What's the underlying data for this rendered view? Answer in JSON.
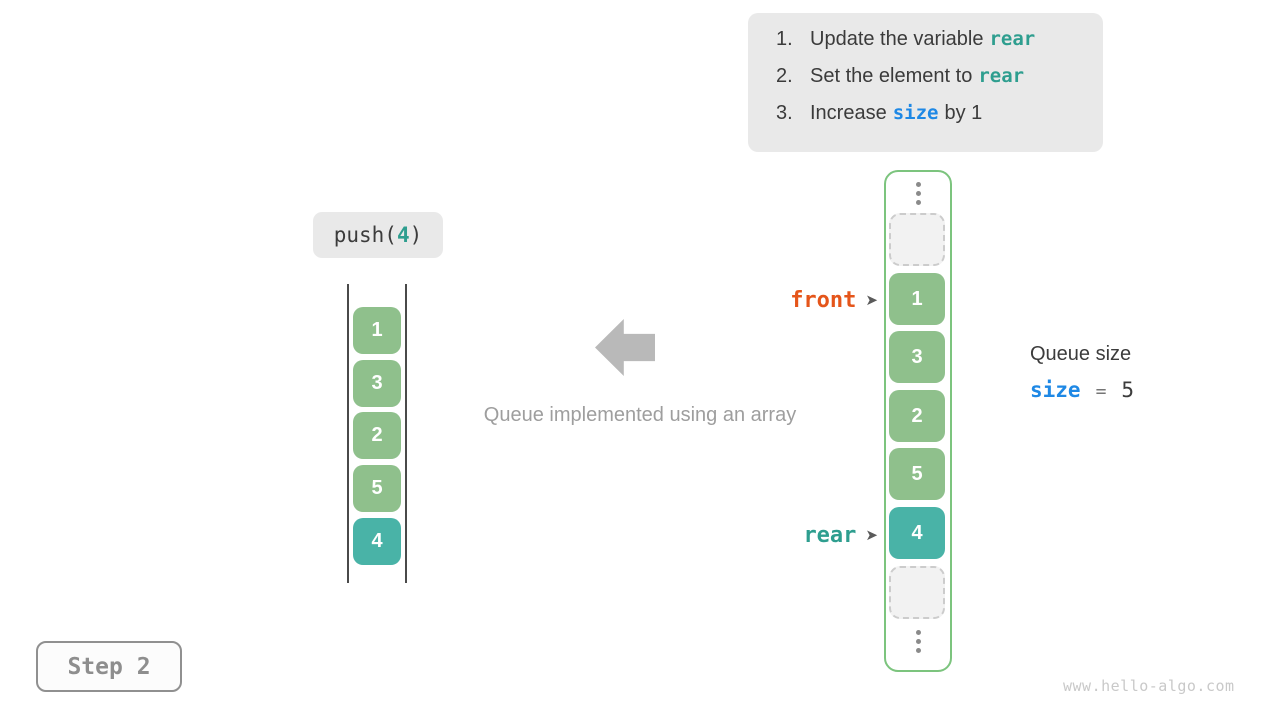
{
  "instructions": {
    "items": [
      {
        "number": "1.",
        "text_before": "Update the variable",
        "code": "rear",
        "text_after": ""
      },
      {
        "number": "2.",
        "text_before": "Set the element to",
        "code": "rear",
        "text_after": ""
      },
      {
        "number": "3.",
        "text_before": "Increase",
        "code": "size",
        "text_after": "by 1"
      }
    ]
  },
  "push_call": {
    "prefix": "push(",
    "value": "4",
    "suffix": ")"
  },
  "left_stack": {
    "values": [
      "1",
      "3",
      "2",
      "5",
      "4"
    ],
    "highlight_value": "4"
  },
  "caption": {
    "text": "Queue implemented using an array"
  },
  "array": {
    "cells": [
      "1",
      "3",
      "2",
      "5",
      "4"
    ],
    "highlight_value": "4"
  },
  "pointers": {
    "front": "front",
    "rear": "rear",
    "arrow": "➤"
  },
  "queue_size": {
    "title": "Queue size",
    "variable": "size",
    "operator": "=",
    "value": "5"
  },
  "step": {
    "label": "Step 2"
  },
  "watermark": {
    "text": "www.hello-algo.com"
  },
  "colors": {
    "element_green": "#8fc08c",
    "element_teal": "#49b3a7",
    "array_border_green": "#7cc47e",
    "front_label": "#e5551a",
    "rear_label": "#2e9e8f",
    "code_teal": "#2e9e8f",
    "code_blue": "#1e88e5",
    "panel_gray": "#e9e9e9"
  }
}
